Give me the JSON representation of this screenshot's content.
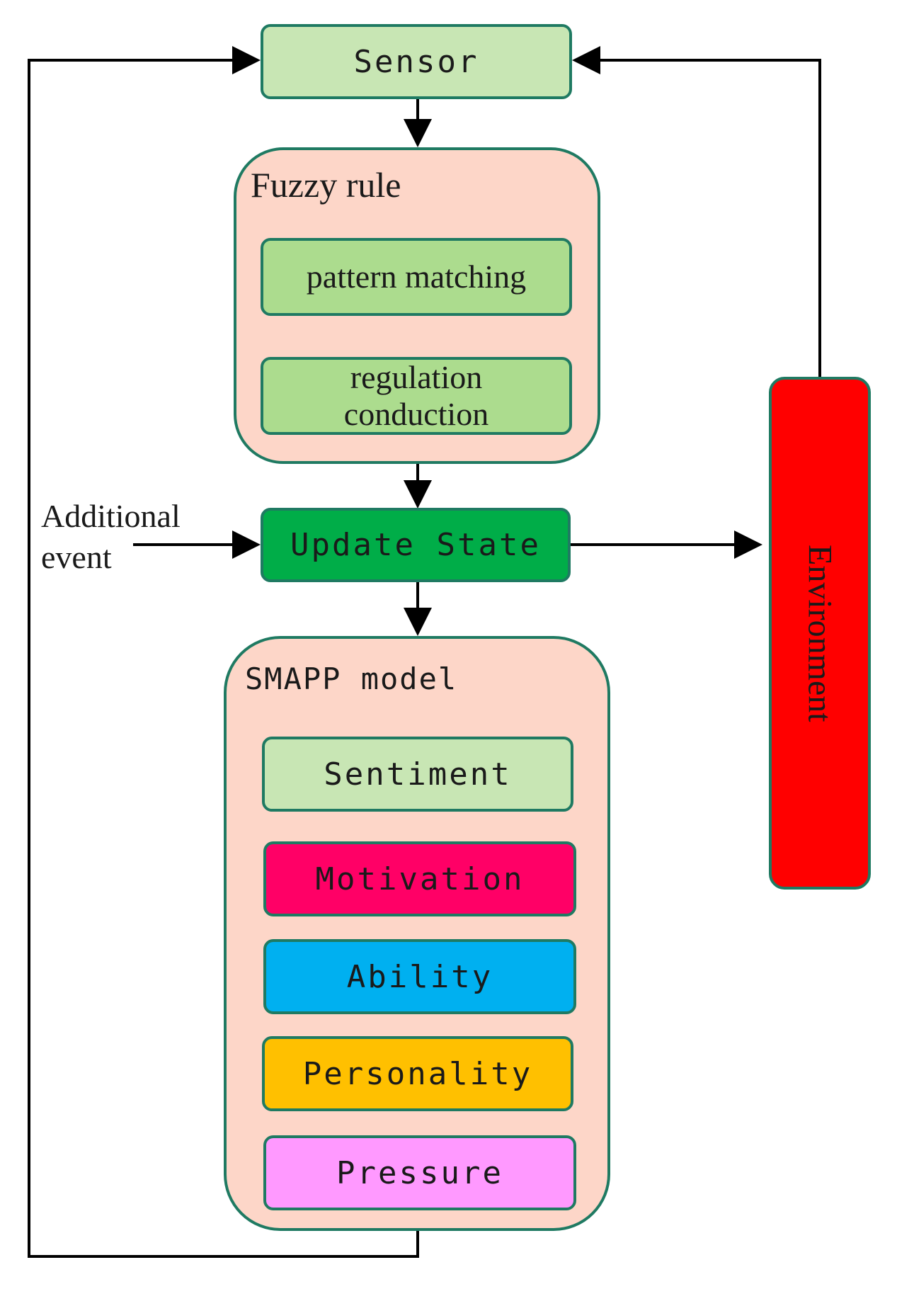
{
  "diagram": {
    "sensor": "Sensor",
    "fuzzy_rule": {
      "title": "Fuzzy rule",
      "pattern_matching": "pattern matching",
      "regulation_conduction": "regulation conduction"
    },
    "additional_event": "Additional event",
    "update_state": "Update State",
    "environment": "Environment",
    "smapp": {
      "title": "SMAPP model",
      "items": [
        "Sentiment",
        "Motivation",
        "Ability",
        "Personality",
        "Pressure"
      ]
    }
  },
  "colors": {
    "sensor_fill": "#c8e6b4",
    "inner_green": "#acdc8e",
    "update_state_fill": "#00ad48",
    "container_fill": "#fdd6c8",
    "border": "#1f7a62",
    "environment_fill": "#ff0000",
    "sentiment_fill": "#c8e6b4",
    "motivation_fill": "#ff0066",
    "ability_fill": "#00b0f0",
    "personality_fill": "#ffc000",
    "pressure_fill": "#ff99ff"
  }
}
